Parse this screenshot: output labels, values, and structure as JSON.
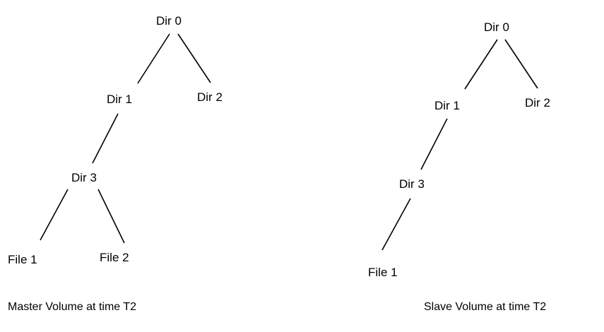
{
  "master": {
    "caption": "Master Volume at time T2",
    "nodes": {
      "dir0": "Dir 0",
      "dir1": "Dir 1",
      "dir2": "Dir 2",
      "dir3": "Dir 3",
      "file1": "File 1",
      "file2": "File 2"
    }
  },
  "slave": {
    "caption": "Slave Volume at time T2",
    "nodes": {
      "dir0": "Dir 0",
      "dir1": "Dir 1",
      "dir2": "Dir 2",
      "dir3": "Dir 3",
      "file1": "File 1"
    }
  },
  "colors": {
    "line": "#000000",
    "text": "#000000",
    "background": "#ffffff"
  }
}
